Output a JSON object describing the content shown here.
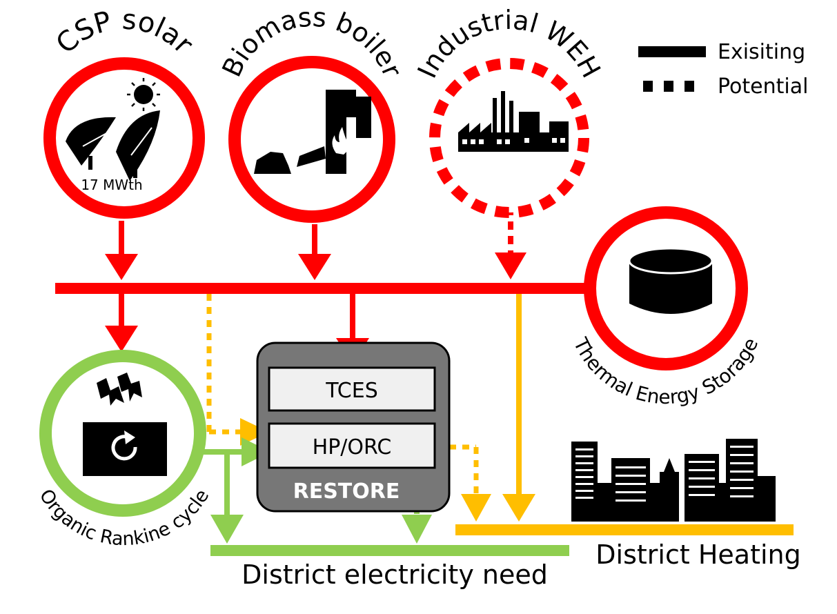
{
  "sources": {
    "csp": {
      "label": "CSP solar",
      "capacity": "17 MWth"
    },
    "biomass": {
      "label": "Biomass boiler"
    },
    "industrial": {
      "label": "Industrial WEH"
    }
  },
  "storage": {
    "label": "Thermal Energy Storage"
  },
  "orc": {
    "label": "Organic Rankine cycle"
  },
  "restore": {
    "title": "RESTORE",
    "tces": "TCES",
    "hp_orc": "HP/ORC"
  },
  "demands": {
    "electricity": "District electricity need",
    "heating": "District Heating"
  },
  "legend": {
    "existing": "Exisiting",
    "potential": "Potential"
  },
  "colors": {
    "heat_source": "#ff0000",
    "electric": "#8fce4f",
    "district_heat": "#ffbe00",
    "restore_box": "#777777"
  }
}
